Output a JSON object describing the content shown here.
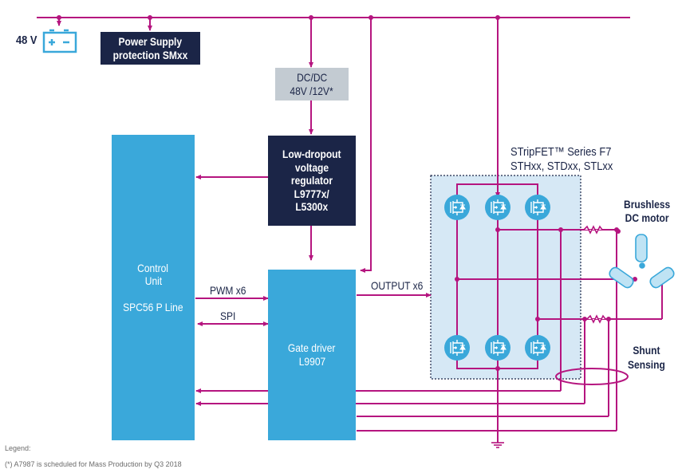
{
  "colors": {
    "wire": "#b5157f",
    "dark_block": "#1b2547",
    "blue_block": "#3aa8da",
    "grey_block": "#c3cbd2",
    "bridge_bg": "#d6e8f5",
    "icon_blue": "#3aa8da"
  },
  "supply": {
    "voltage_label": "48 V",
    "battery_icon": "battery-icon"
  },
  "blocks": {
    "power_supply": {
      "line1": "Power Supply",
      "line2": "protection SMxx"
    },
    "dcdc": {
      "line1": "DC/DC",
      "line2": "48V /12V*"
    },
    "ldo": {
      "line1": "Low-dropout",
      "line2": "voltage regulator",
      "line3": "L9777x/",
      "line4": "L5300x"
    },
    "control_unit": {
      "line1": "Control",
      "line2": "Unit",
      "line3": "SPC56 P Line"
    },
    "gate_driver": {
      "line1": "Gate driver",
      "line2": "L9907"
    }
  },
  "signals": {
    "pwm": "PWM x6",
    "spi": "SPI",
    "output": "OUTPUT x6"
  },
  "bridge": {
    "title_line1": "STripFET™ Series F7",
    "title_line2": "STHxx, STDxx, STLxx",
    "mosfet_icon": "mosfet-icon",
    "mosfet_count": 6
  },
  "motor": {
    "line1": "Brushless",
    "line2": "DC motor"
  },
  "shunt": {
    "line1": "Shunt",
    "line2": "Sensing"
  },
  "legend": {
    "title": "Legend:",
    "note": "(*)  A7987 is scheduled for Mass Production by Q3 2018"
  }
}
